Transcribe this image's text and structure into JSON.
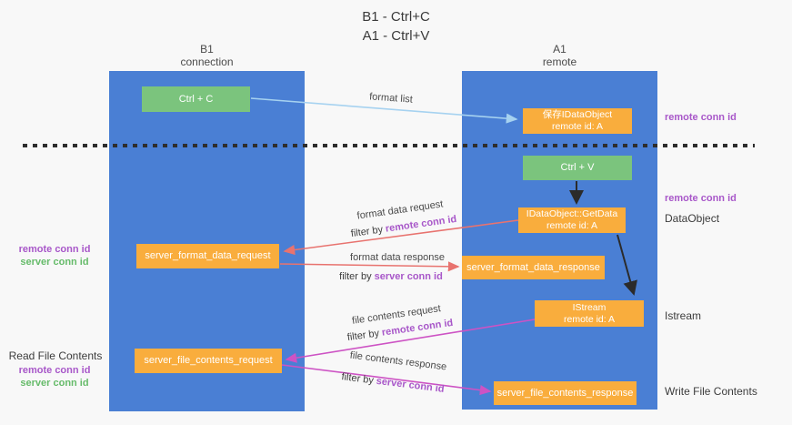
{
  "title": {
    "line1": "B1 - Ctrl+C",
    "line2": "A1 - Ctrl+V"
  },
  "columns": {
    "left": {
      "header_line1": "B1",
      "header_line2": "connection"
    },
    "right": {
      "header_line1": "A1",
      "header_line2": "remote"
    }
  },
  "nodes": {
    "ctrl_c": "Ctrl + C",
    "ctrl_v": "Ctrl + V",
    "save_idataobject": {
      "line1": "保存IDataObject",
      "line2": "remote id: A"
    },
    "getdata": {
      "line1": "IDataObject::GetData",
      "line2": "remote id: A"
    },
    "istream": {
      "line1": "IStream",
      "line2": "remote id: A"
    },
    "format_request": "server_format_data_request",
    "format_response": "server_format_data_response",
    "file_request": "server_file_contents_request",
    "file_response": "server_file_contents_response"
  },
  "edge_labels": {
    "format_list": "format list",
    "format_data_request": "format data request",
    "format_data_response": "format data response",
    "file_contents_request": "file contents request",
    "file_contents_response": "file contents response",
    "filter_by": "filter by",
    "remote_conn_id": "remote conn id",
    "server_conn_id": "server conn id"
  },
  "side_labels": {
    "remote_conn_id": "remote conn id",
    "server_conn_id": "server conn id",
    "dataobject": "DataObject",
    "istream": "Istream",
    "read_file_contents": "Read File Contents",
    "write_file_contents": "Write File Contents"
  },
  "colors": {
    "column_blue": "#4a7fd4",
    "node_orange": "#f9ad3d",
    "node_green": "#7bc47d",
    "arrow_red": "#e8736f",
    "arrow_magenta": "#cd53c4",
    "arrow_light_blue": "#a6d2f0",
    "arrow_black": "#2b2b2b",
    "label_purple": "#a857c9",
    "label_green": "#66bb6a"
  }
}
